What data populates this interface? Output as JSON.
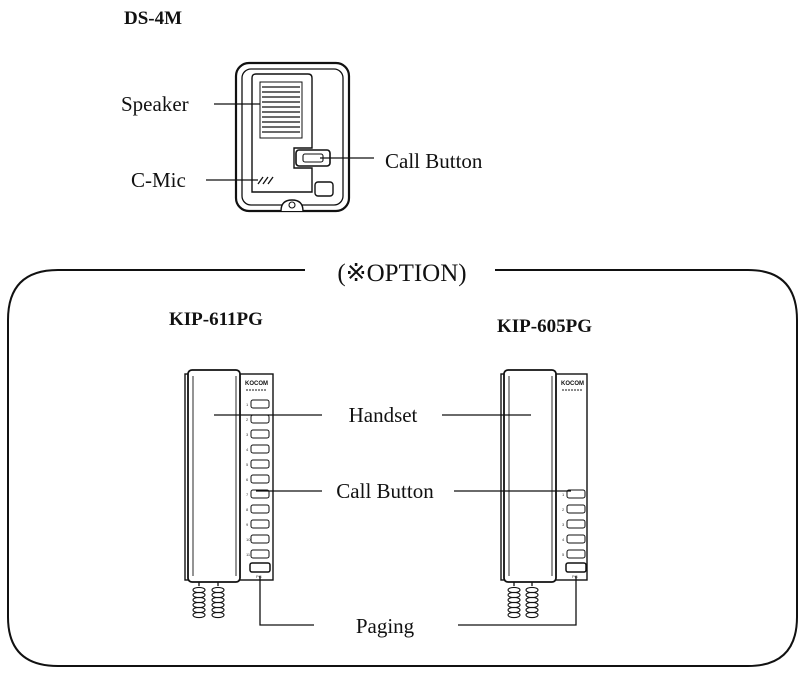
{
  "ds4m": {
    "title": "DS-4M",
    "labels": {
      "speaker": "Speaker",
      "mic": "C-Mic",
      "call": "Call Button"
    }
  },
  "option": {
    "title": "(※OPTION)",
    "models": {
      "left": "KIP-611PG",
      "right": "KIP-605PG"
    },
    "labels": {
      "handset": "Handset",
      "call": "Call Button",
      "paging": "Paging"
    },
    "brand": "KOCOM",
    "paging_key": "PG"
  }
}
